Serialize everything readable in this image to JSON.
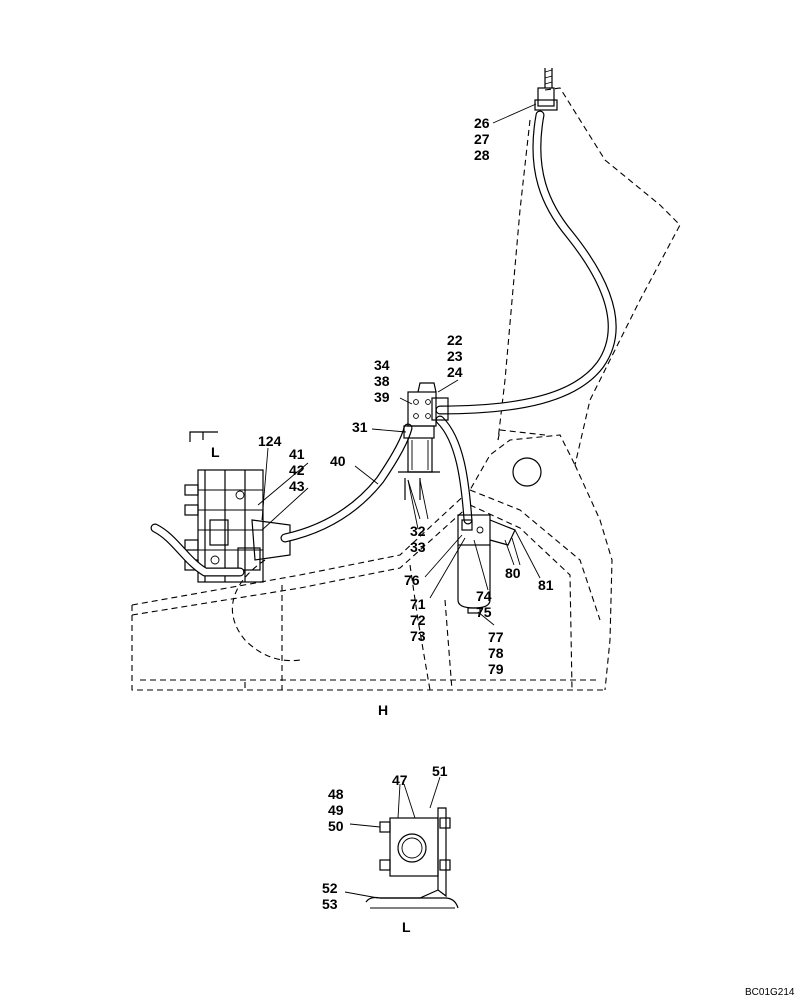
{
  "drawing_code": "BC01G214",
  "view_labels": {
    "main": "H",
    "detail": "L",
    "detail_marker": "L"
  },
  "callouts": {
    "c26": [
      "26",
      "27",
      "28"
    ],
    "c22": [
      "22",
      "23",
      "24"
    ],
    "c34": [
      "34",
      "38",
      "39"
    ],
    "c31": [
      "31"
    ],
    "c40": [
      "40"
    ],
    "c124": [
      "124"
    ],
    "c41": [
      "41",
      "42",
      "43"
    ],
    "c32": [
      "32",
      "33"
    ],
    "c76": [
      "76"
    ],
    "c71": [
      "71",
      "72",
      "73"
    ],
    "c74": [
      "74",
      "75"
    ],
    "c77": [
      "77",
      "78",
      "79"
    ],
    "c80": [
      "80"
    ],
    "c81": [
      "81"
    ],
    "c47": [
      "47"
    ],
    "c51": [
      "51"
    ],
    "c48": [
      "48",
      "49",
      "50"
    ],
    "c52": [
      "52",
      "53"
    ]
  }
}
